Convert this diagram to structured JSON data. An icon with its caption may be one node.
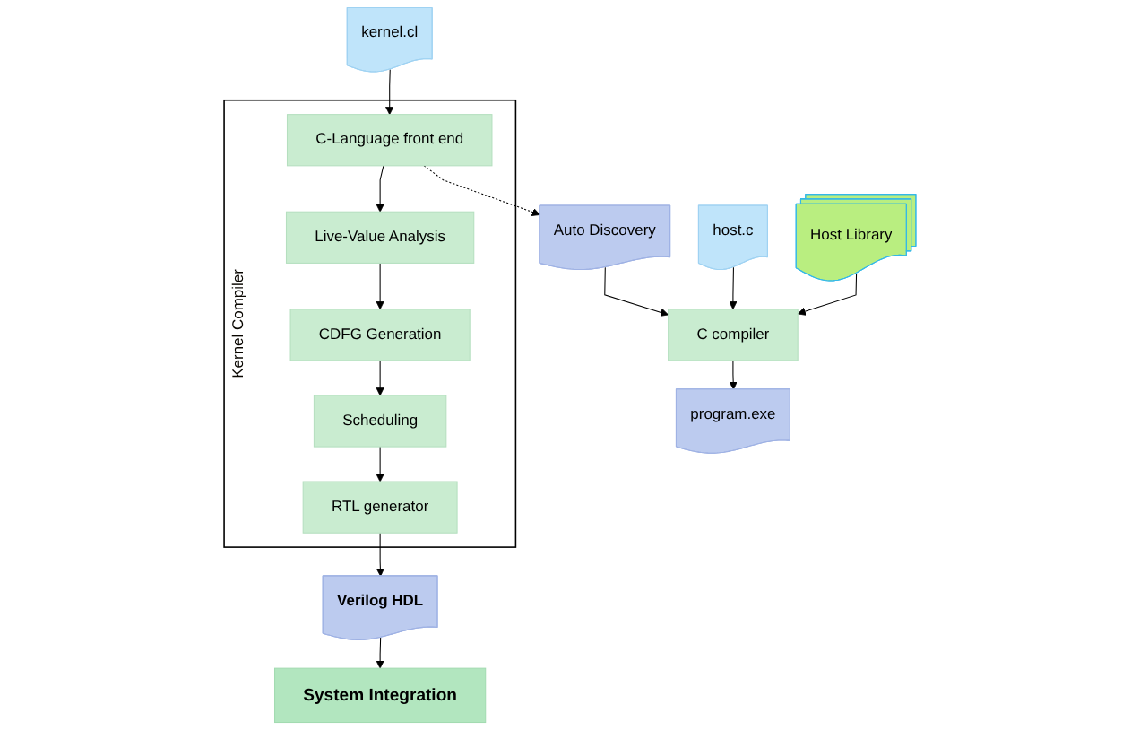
{
  "diagram": {
    "nodes": [
      {
        "text": [
          "kernel.cl"
        ]
      },
      {
        "text": [
          "Kernel Compiler"
        ]
      },
      {
        "text": [
          "C-Language front end"
        ],
        "in": 1
      },
      {
        "text": [
          "Live-Value Analysis"
        ],
        "in": 1
      },
      {
        "text": [
          "CDFG Generation"
        ],
        "in": 1
      },
      {
        "text": [
          "Scheduling"
        ],
        "in": 1
      },
      {
        "text": [
          "RTL generator"
        ],
        "in": 1
      },
      {
        "text": [
          "Auto Discovery"
        ]
      },
      {
        "text": [
          "host.c"
        ]
      },
      {
        "text": [
          "C compiler"
        ]
      },
      {
        "text": [
          "Host Library"
        ]
      },
      {
        "text": [
          "program.exe"
        ]
      },
      {
        "text": [
          "Verilog HDL"
        ]
      },
      {
        "text": [
          "System Integration"
        ]
      }
    ],
    "edges": [
      {
        "from": 0,
        "to": 2,
        "arrow": "to"
      },
      {
        "from": 2,
        "to": 3,
        "arrow": "to"
      },
      {
        "from": 3,
        "to": 4,
        "arrow": "to"
      },
      {
        "from": 4,
        "to": 5,
        "arrow": "to"
      },
      {
        "from": 5,
        "to": 6,
        "arrow": "to"
      },
      {
        "from": 2,
        "to": 7,
        "arrow": "to",
        "style": "dashed"
      },
      {
        "from": 7,
        "to": 9,
        "arrow": "to"
      },
      {
        "from": 8,
        "to": 9,
        "arrow": "to"
      },
      {
        "from": 10,
        "to": 9,
        "arrow": "to"
      },
      {
        "from": 9,
        "to": 11,
        "arrow": "to"
      },
      {
        "from": 6,
        "to": 12,
        "arrow": "to"
      },
      {
        "from": 12,
        "to": 13,
        "arrow": "to"
      }
    ]
  }
}
